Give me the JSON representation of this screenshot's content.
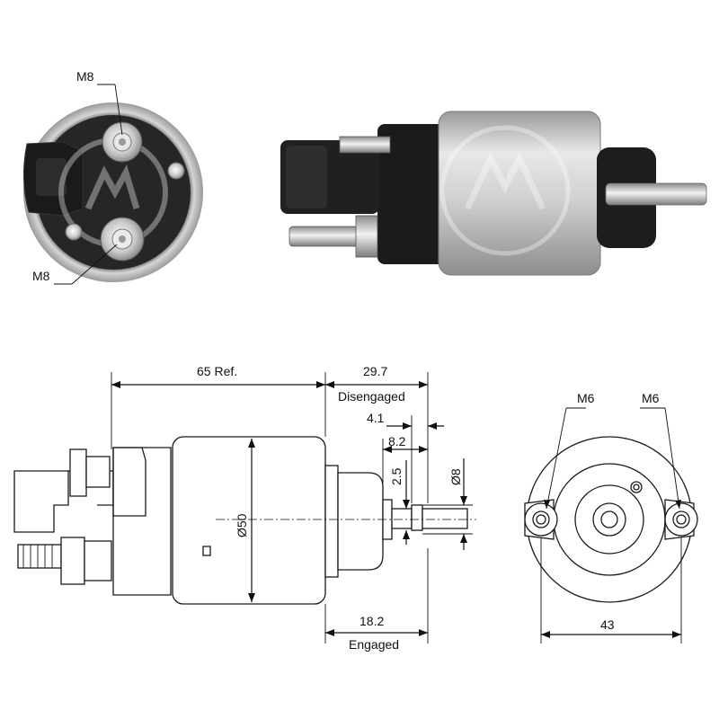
{
  "photo_end_view": {
    "terminal_top_label": "M8",
    "terminal_bottom_label": "M8"
  },
  "colors": {
    "housing_silver": "#c9c9c9",
    "plastic_black": "#1c1c1c",
    "copper_inner": "#7a7a7a",
    "line_dark": "#111111"
  },
  "drawing_side": {
    "overall_length": "65 Ref.",
    "plunger_travel_disengaged": "29.7",
    "disengaged_label": "Disengaged",
    "dim_4_1": "4.1",
    "dim_8_2": "8.2",
    "dim_2_5": "2.5",
    "shaft_diameter": "Ø8",
    "body_diameter": "Ø50",
    "engaged_value": "18.2",
    "engaged_label": "Engaged"
  },
  "drawing_end": {
    "left_stud": "M6",
    "right_stud": "M6",
    "stud_spacing": "43"
  }
}
